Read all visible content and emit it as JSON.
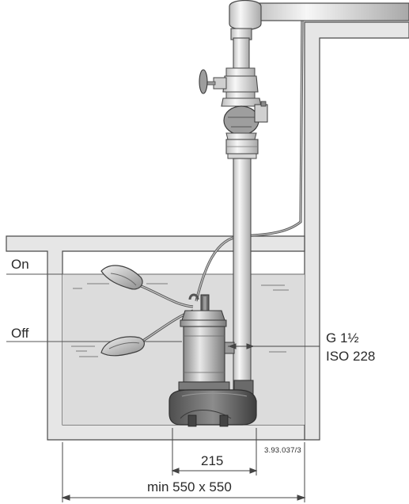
{
  "labels": {
    "on": "On",
    "off": "Off",
    "thread_line1": "G 1½",
    "thread_line2": "ISO 228",
    "pump_width": "215",
    "code": "3.93.037/3",
    "sump_size": "min 550 x 550"
  },
  "colors": {
    "water": "#dcdcdc",
    "wall": "#e6e6e6",
    "line": "#4a4a4a",
    "metal_light": "#e9e9e9",
    "metal_mid": "#b8b8b8",
    "metal_dark": "#6e6e6e"
  }
}
